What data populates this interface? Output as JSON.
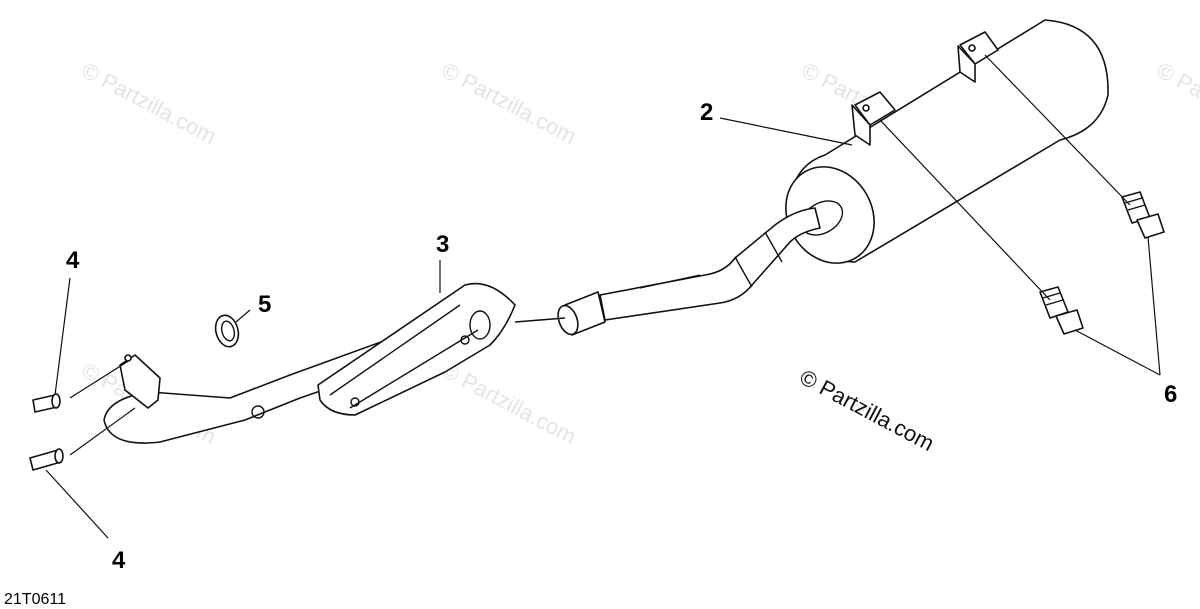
{
  "callouts": {
    "muffler": "2",
    "heat_shield": "3",
    "stud_upper": "4",
    "stud_lower": "4",
    "gasket": "5",
    "bolts": "6"
  },
  "watermark": {
    "text": "© Partzilla.com"
  },
  "figure_ref": "21T0611",
  "colors": {
    "line": "#111111",
    "watermark": "#e4e4e4",
    "background": "#ffffff"
  }
}
